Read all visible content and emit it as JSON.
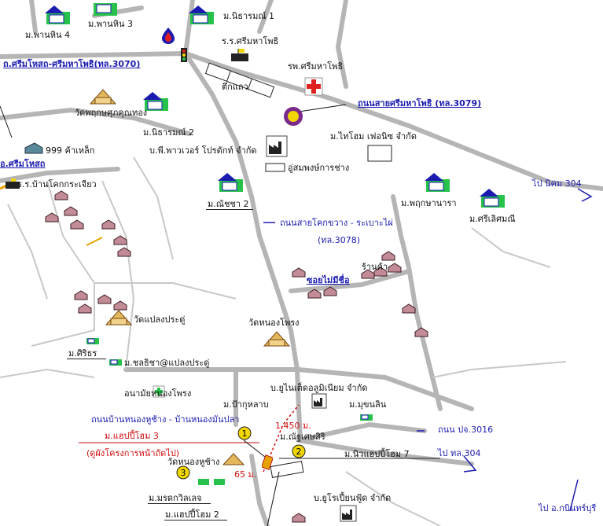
{
  "map": {
    "road_labels": {
      "r3070": "ถ.ศรีมโหสถ-ศรีมหาโพธิ(ทล.3070)",
      "r3079": "ถนนสายศรีมหาโพธิ (ทล.3079)",
      "r3078": "ถนนสายโคกขวาง - ระเบาะไผ่",
      "r3078_no": "(ทล.3078)",
      "to304_right": "ไป นิคม 304",
      "soi": "ซอยไม่มีชื่อ",
      "pj3016": "ถนน ปจ.3016",
      "to304_low": "ไป ทล.304",
      "to_prachin": "ไป อ.กบินทร์บุรี",
      "nongyang": "ถนนบ้านหนองหูช้าง - บ้านหนองมันปลา",
      "srimahosot": "อ.ศรีมโหสถ"
    },
    "place_labels": {
      "phanhin4": "ม.พานหิน 4",
      "phanhin3": "ม.พานหิน 3",
      "nitharn1": "ม.นิธารมณ์ 1",
      "school_srimaha": "ร.ร.ศรีมหาโพธิ",
      "hospital": "รพ.ศรีมหาโพธิ",
      "tuekthaew": "ตึกแถว",
      "wat_phukun": "วัดพฤกษศุภคุณทอง",
      "nitharn2": "ม.นิธารมณ์ 2",
      "thaihome": "ม.ไทโฮม เฟอนิซ จำกัด",
      "steel999": "999 ค้าเหล็ก",
      "bp_power": "บ.พี.พาวเวอร์ โปรดักท์ จำกัด",
      "garage": "อู่สมพงษ์การช่าง",
      "school_khok": "ร.ร.บ้านโคกกระเจียว",
      "natcha2": "ม.ณัชชา 2",
      "phruksa": "ม.พฤกษานารา",
      "sirisom": "ม.ศรีเลิศมณี",
      "ranka": "ร้านค้า",
      "wat_plaeng": "วัดแปลงประดู่",
      "wat_nongphrong": "วัดหนองโพรง",
      "sirithon": "ม.ศิริธร",
      "chonsitha": "ม.ชลธิชา@แปลงประดู่",
      "aluminium": "บ.ยูไนเต็ดอลูมิเนียม จำกัด",
      "health": "อนามัยหนองโพรง",
      "pakulab": "ม.ป้ากุหลาบ",
      "muksin": "ม.มุขนลิน",
      "happy3": "ม.แฮปปี้โฮม 3",
      "survey": "(ดูผังโครงการหน้าถัดไป)",
      "natcha_sesri": "ม.ณัฐเศษสิริ",
      "newhappy7": "ม.นิวแฮปปี้โฮม 7",
      "wat_nongyang": "วัดหนองหูช้าง",
      "dist1450": "1,450 ม.",
      "dist65": "65 ม.",
      "moradok": "ม.มรดกวิลเลจ",
      "europe": "บ.ยูโรเปี้ยนฟู้ด จำกัด",
      "happy2": "ม.แฮปปี้โฮม 2",
      "num1": "1",
      "num2": "2",
      "num3": "3"
    },
    "colors": {
      "road": "#b8b8b8",
      "highway": "#a9a9a9",
      "blue_text": "#1b1bb0",
      "red_text": "#d01010",
      "marker_yellow": "#f2d600"
    }
  }
}
